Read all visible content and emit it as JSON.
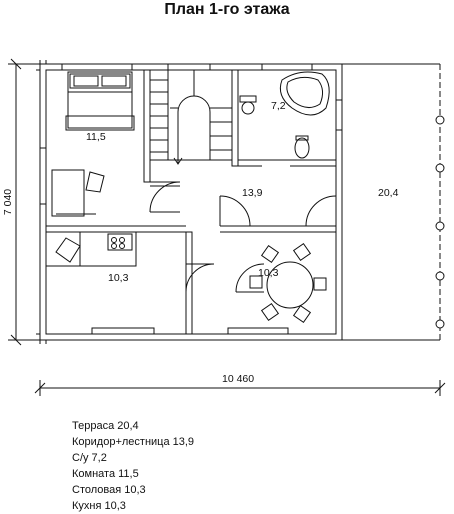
{
  "title": "План 1-го этажа",
  "dimensions": {
    "width": "10 460",
    "height": "7 040"
  },
  "rooms": {
    "bedroom": "11,5",
    "bathroom": "7,2",
    "corridor": "13,9",
    "terrace": "20,4",
    "kitchen": "10,3",
    "dining": "10,3"
  },
  "legend": [
    "Терраса 20,4",
    "Коридор+лестница 13,9",
    "С/у 7,2",
    "Комната 11,5",
    "Столовая 10,3",
    "Кухня 10,3"
  ]
}
